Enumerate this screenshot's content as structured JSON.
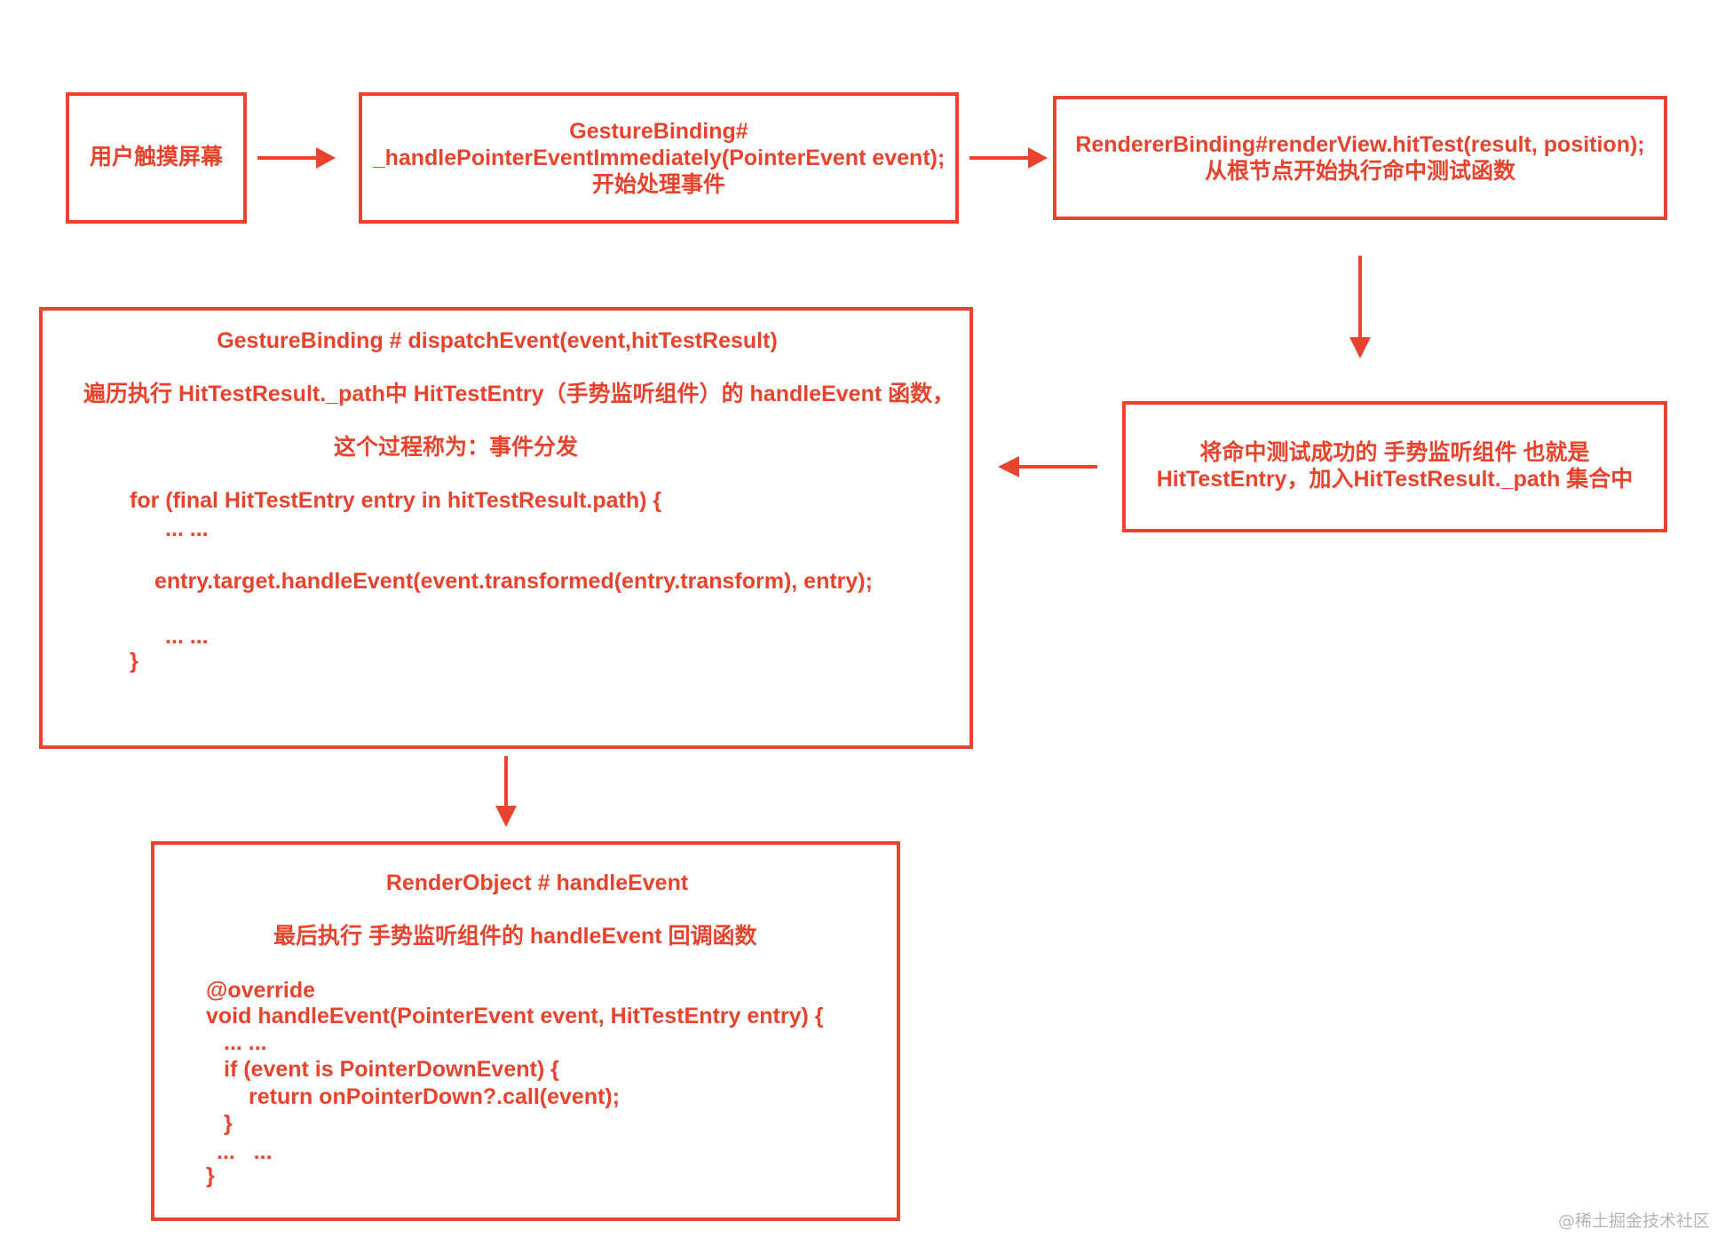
{
  "nodes": {
    "touch": {
      "line1": "用户触摸屏幕"
    },
    "gesture_handle": {
      "line1": "GestureBinding#",
      "line2": "_handlePointerEventImmediately(PointerEvent event);",
      "line3": "开始处理事件"
    },
    "renderer_hittest": {
      "line1": "RendererBinding#renderView.hitTest(result, position);",
      "line2": "从根节点开始执行命中测试函数"
    },
    "collect_entries": {
      "line1": "将命中测试成功的 手势监听组件 也就是",
      "line2": "HitTestEntry，加入HitTestResult._path 集合中"
    },
    "dispatch": {
      "title": "GestureBinding # dispatchEvent(event,hitTestResult)",
      "desc1": "遍历执行 HitTestResult._path中 HitTestEntry（手势监听组件）的 handleEvent 函数，",
      "desc2": "这个过程称为：事件分发",
      "code1": "for (final HitTestEntry entry in hitTestResult.path) {",
      "code2": "... ...",
      "code3": "entry.target.handleEvent(event.transformed(entry.transform), entry);",
      "code4": "... ...",
      "code5": "}"
    },
    "render_object": {
      "title": "RenderObject # handleEvent",
      "desc": "最后执行 手势监听组件的 handleEvent 回调函数",
      "code1": "@override",
      "code2": "void handleEvent(PointerEvent event, HitTestEntry entry) {",
      "code3": "... ...",
      "code4": "if (event is PointerDownEvent) {",
      "code5": "return onPointerDown?.call(event);",
      "code6": "}",
      "code7": "...   ...",
      "code8": "}"
    }
  },
  "watermark": "@稀土掘金技术社区",
  "colors": {
    "accent": "#e8432c",
    "watermark": "#b5b5b5"
  }
}
